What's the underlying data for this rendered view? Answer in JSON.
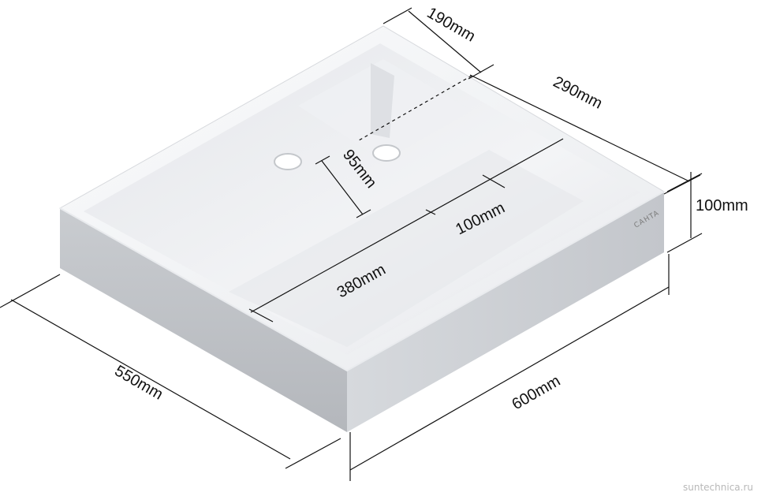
{
  "dimensions": {
    "depth_top": "190mm",
    "width_inner": "290mm",
    "height": "100mm",
    "tap_offset": "95mm",
    "inner_step": "100mm",
    "basin_length": "380mm",
    "depth": "550mm",
    "width": "600mm"
  },
  "brand_logo_text": "CAHTA",
  "watermark": "suntechnica.ru",
  "colors": {
    "ceramic_light": "#f2f3f5",
    "ceramic_side": "#cdd0d4",
    "ceramic_front": "#b9bcc1",
    "line": "#111111"
  }
}
